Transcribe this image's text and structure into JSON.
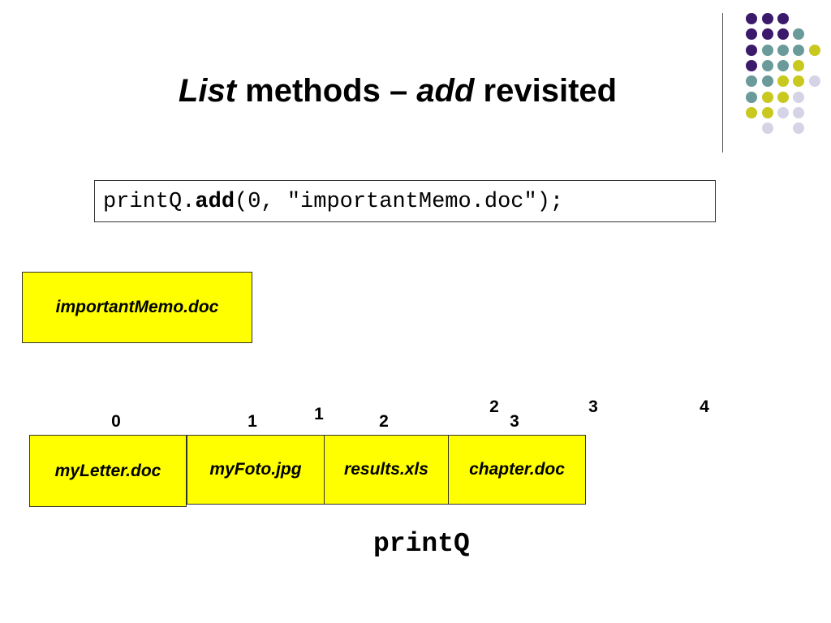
{
  "slide": {
    "title": {
      "part1": "List",
      "part2": " methods – ",
      "part3": "add",
      "part4": " revisited"
    },
    "code": {
      "prefix": "printQ.",
      "method": "add",
      "args": "(0, \"importantMemo.doc\");"
    },
    "new_item": "importantMemo.doc",
    "list_items": [
      "myLetter.doc",
      "myFoto.jpg",
      "results.xls",
      "chapter.doc"
    ],
    "index_labels": {
      "old_row": [
        "0",
        "1",
        "2",
        "3"
      ],
      "new_row": [
        "1",
        "2",
        "3",
        "4"
      ]
    },
    "list_name": "printQ",
    "decoration_colors": {
      "purple": "#3b1a6b",
      "teal": "#6a9a9a",
      "olive": "#c8c81e",
      "lavender": "#d4d4e6"
    },
    "box_color": "#ffff00"
  }
}
